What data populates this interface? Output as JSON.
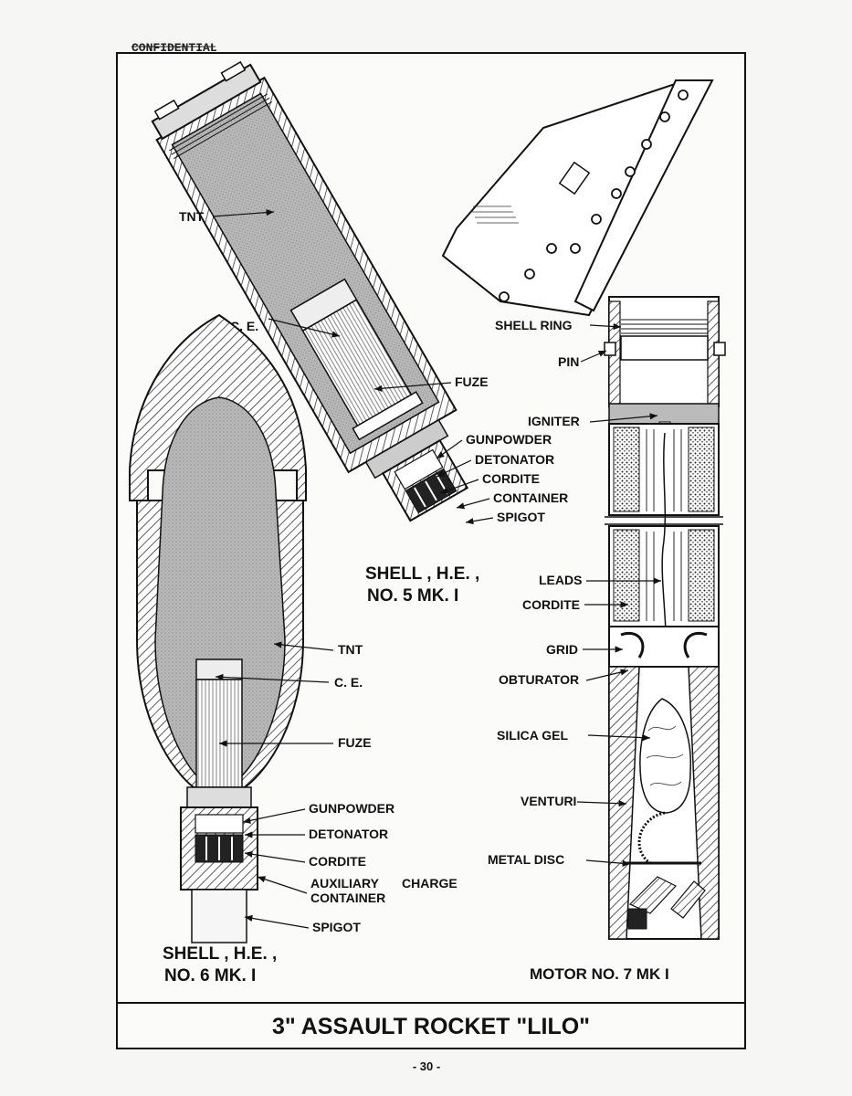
{
  "header": {
    "classification": "CONFIDENTIAL"
  },
  "title": "3\" ASSAULT ROCKET \"LILO\"",
  "page_number": "- 30 -",
  "shell5": {
    "caption_line1": "SHELL , H.E. ,",
    "caption_line2": "NO. 5  MK. I",
    "labels": {
      "tnt": "TNT",
      "ce": "C. E.",
      "fuze": "FUZE",
      "gunpowder": "GUNPOWDER",
      "detonator": "DETONATOR",
      "cordite": "CORDITE",
      "container": "CONTAINER",
      "spigot": "SPIGOT"
    }
  },
  "shell6": {
    "caption_line1": "SHELL , H.E. ,",
    "caption_line2": "NO. 6  MK. I",
    "labels": {
      "tnt": "TNT",
      "ce": "C. E.",
      "fuze": "FUZE",
      "gunpowder": "GUNPOWDER",
      "detonator": "DETONATOR",
      "cordite": "CORDITE",
      "auxiliary": "AUXILIARY",
      "charge": "CHARGE",
      "container": "CONTAINER",
      "spigot": "SPIGOT"
    }
  },
  "motor7": {
    "caption": "MOTOR  NO. 7   MK  I",
    "labels": {
      "shell_ring": "SHELL  RING",
      "pin": "PIN",
      "igniter": "IGNITER",
      "leads": "LEADS",
      "cordite": "CORDITE",
      "grid": "GRID",
      "obturator": "OBTURATOR",
      "silica_gel": "SILICA  GEL",
      "venturi": "VENTURI",
      "metal_disc": "METAL  DISC"
    }
  }
}
